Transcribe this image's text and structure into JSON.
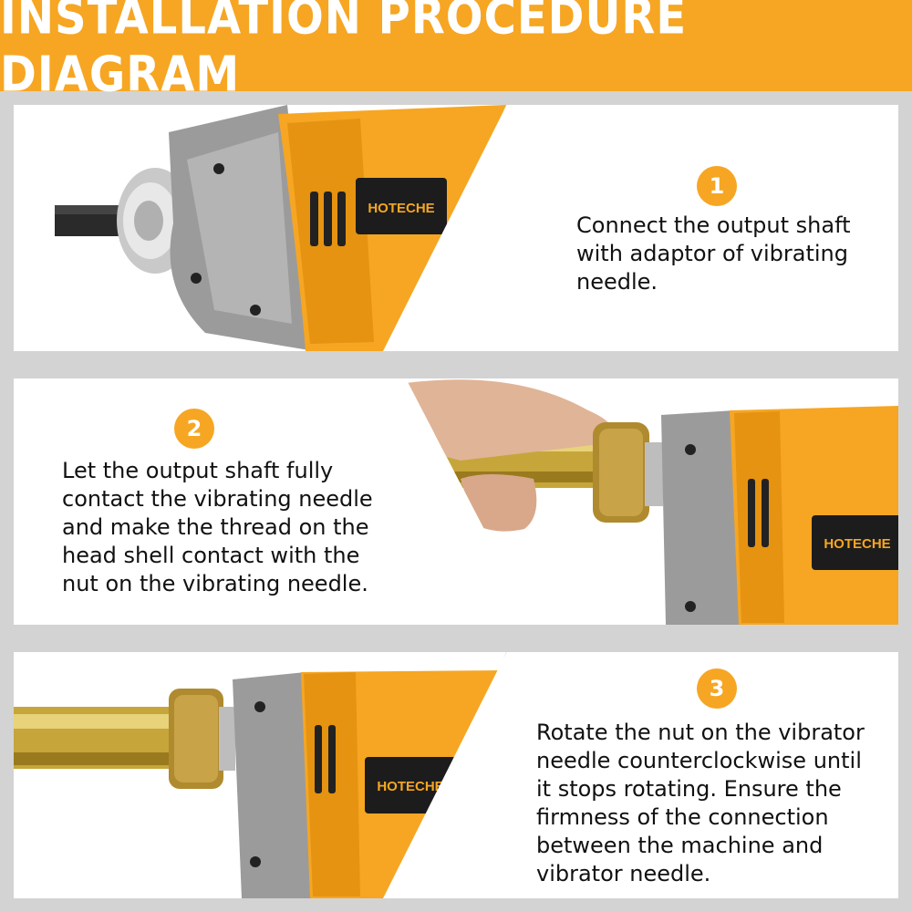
{
  "header": {
    "title": "INSTALLATION PROCEDURE DIAGRAM"
  },
  "brand": {
    "name": "HOTECHE"
  },
  "colors": {
    "accent": "#f6a623",
    "background": "#d3d3d3",
    "panel": "#ffffff",
    "text": "#111111"
  },
  "steps": [
    {
      "number": "1",
      "text": "Connect the output shaft\nwith adaptor of vibrating\nneedle."
    },
    {
      "number": "2",
      "text": "Let the output shaft fully\ncontact the vibrating needle\nand make the thread on the\nhead shell contact with the\nnut on the vibrating needle."
    },
    {
      "number": "3",
      "text": "Rotate the nut on the vibrator\nneedle counterclockwise until\nit stops rotating. Ensure the\nfirmness of the connection\nbetween the machine and\nvibrator needle."
    }
  ]
}
